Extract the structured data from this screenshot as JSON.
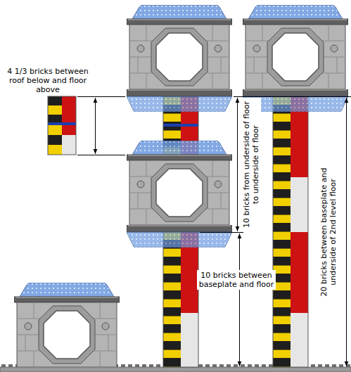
{
  "diagram": {
    "labels": [
      "4 1/3 bricks between roof below and floor above",
      "10 bricks from underside of floor to underside of floor",
      "10 bricks between baseplate and floor",
      "20 bricks between baseplate and underside of 2nd level floor"
    ]
  }
}
